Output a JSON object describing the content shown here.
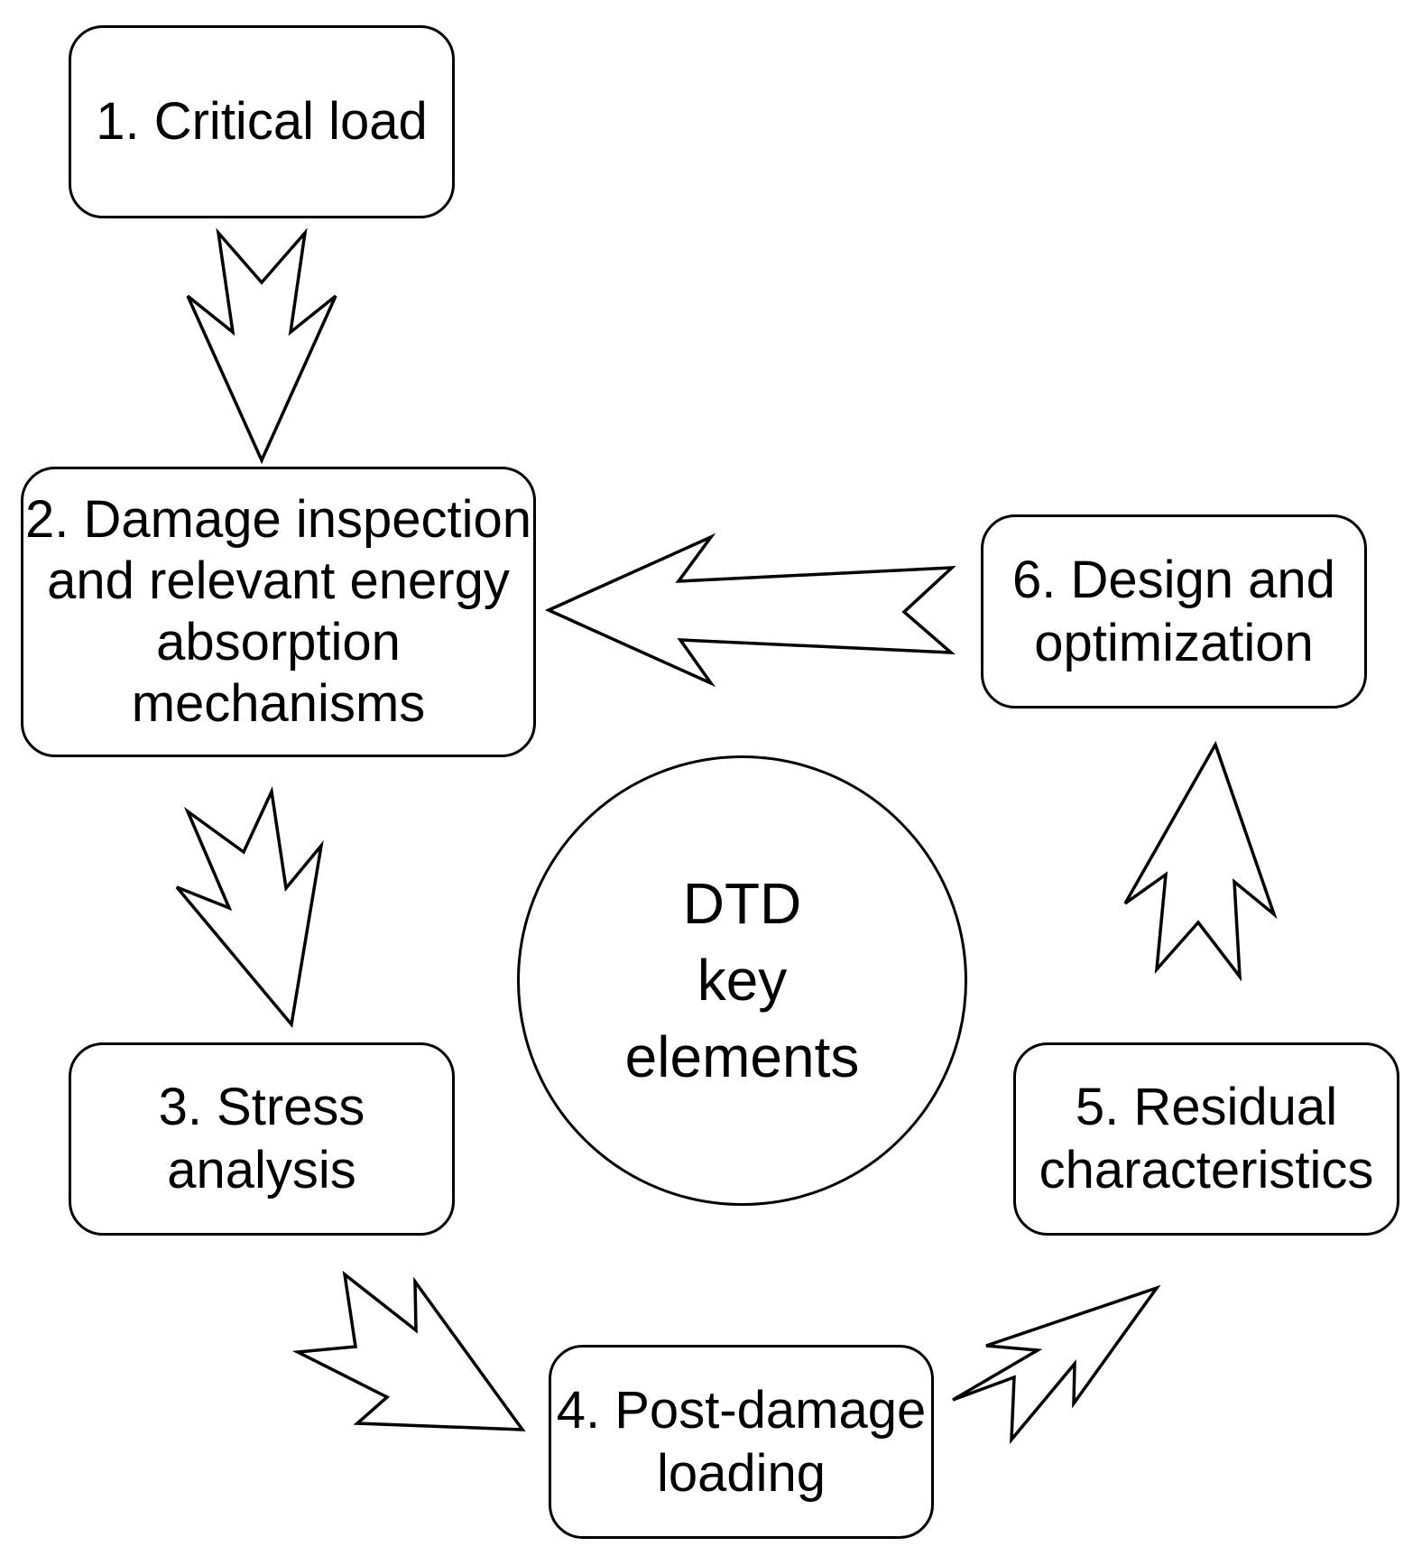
{
  "diagram": {
    "center": {
      "label": "DTD\nkey\nelements"
    },
    "nodes": [
      {
        "id": "n1",
        "label": "1. Critical load"
      },
      {
        "id": "n2",
        "label": "2. Damage inspection\nand relevant energy\nabsorption\nmechanisms"
      },
      {
        "id": "n3",
        "label": "3. Stress\nanalysis"
      },
      {
        "id": "n4",
        "label": "4. Post-damage\nloading"
      },
      {
        "id": "n5",
        "label": "5. Residual\ncharacteristics"
      },
      {
        "id": "n6",
        "label": "6. Design and\noptimization"
      }
    ],
    "edges": [
      {
        "from": "n1",
        "to": "n2"
      },
      {
        "from": "n2",
        "to": "n3"
      },
      {
        "from": "n3",
        "to": "n4"
      },
      {
        "from": "n4",
        "to": "n5"
      },
      {
        "from": "n5",
        "to": "n6"
      },
      {
        "from": "n6",
        "to": "n2"
      }
    ]
  }
}
